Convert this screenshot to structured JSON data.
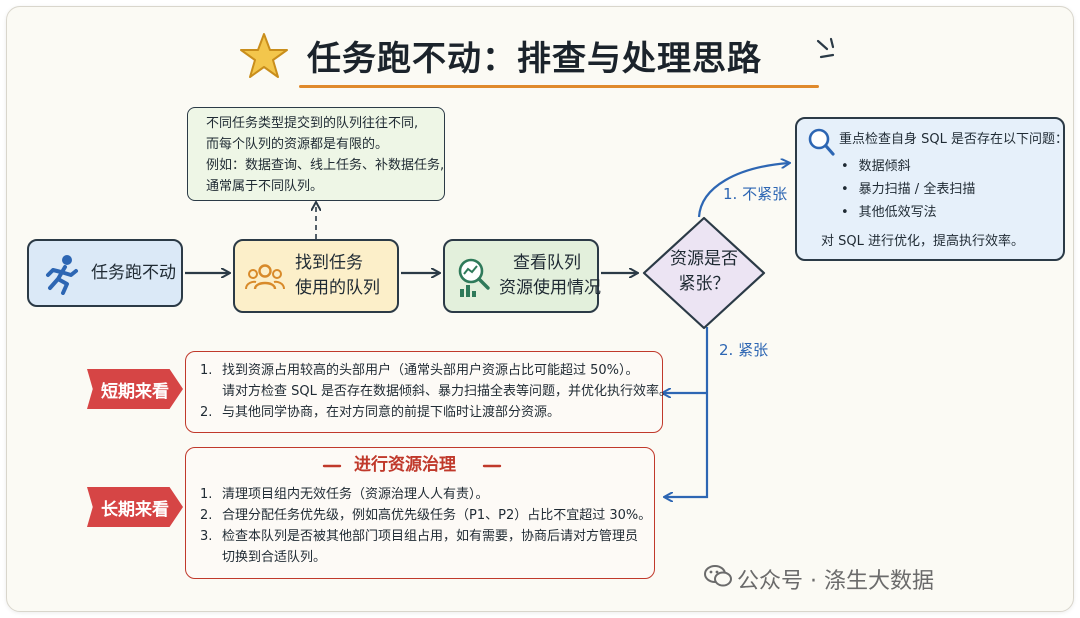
{
  "title": "任务跑不动：排查与处理思路",
  "note_box": {
    "lines": [
      "不同任务类型提交到的队列往往不同,",
      "而每个队列的资源都是有限的。",
      "例如：数据查询、线上任务、补数据任务,",
      "通常属于不同队列。"
    ]
  },
  "steps": {
    "start": "任务跑不动",
    "find_queue": [
      "找到任务",
      "使用的队列"
    ],
    "check_usage": [
      "查看队列",
      "资源使用情况"
    ],
    "decision": [
      "资源是否",
      "紧张？"
    ]
  },
  "branches": {
    "not_tight": "1. 不紧张",
    "tight": "2. 紧张"
  },
  "sql_box": {
    "heading": "重点检查自身 SQL 是否存在以下问题：",
    "items": [
      "数据倾斜",
      "暴力扫描 / 全表扫描",
      "其他低效写法"
    ],
    "footer": "对 SQL 进行优化，提高执行效率。"
  },
  "short_term": {
    "tag": "短期来看",
    "items": [
      [
        "找到资源占用较高的头部用户（通常头部用户资源占比可能超过 50%）。",
        "请对方检查 SQL 是否存在数据倾斜、暴力扫描全表等问题，并优化执行效率。"
      ],
      [
        "与其他同学协商，在对方同意的前提下临时让渡部分资源。"
      ]
    ]
  },
  "long_term": {
    "tag": "长期来看",
    "heading": "进行资源治理",
    "items": [
      [
        "清理项目组内无效任务（资源治理人人有责）。"
      ],
      [
        "合理分配任务优先级，例如高优先级任务（P1、P2）占比不宜超过 30%。"
      ],
      [
        "检查本队列是否被其他部门项目组占用，如有需要，协商后请对方管理员",
        "切换到合适队列。"
      ]
    ]
  },
  "watermark": "公众号 · 涤生大数据",
  "colors": {
    "start_fill": "#dbe9f7",
    "queue_fill": "#fcefc9",
    "usage_fill": "#e3f0dc",
    "decision_fill": "#ece4f3",
    "note_fill": "#eef6e6",
    "sql_fill": "#e6f0fa",
    "red_border": "#c0392b",
    "red_tag": "#d64545",
    "blue_arrow": "#2d66b3",
    "title_underline": "#e08a2c",
    "star": "#f3c64c"
  }
}
